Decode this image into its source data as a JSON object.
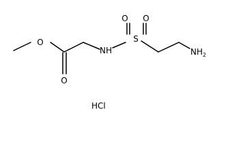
{
  "molecule": {
    "atoms": {
      "o_ester": "O",
      "o_carbonyl": "O",
      "nh": "NH",
      "s": "S",
      "o_s_left": "O",
      "o_s_right": "O",
      "nh2_main": "NH",
      "nh2_sub": "2"
    },
    "salt": "HCl"
  }
}
